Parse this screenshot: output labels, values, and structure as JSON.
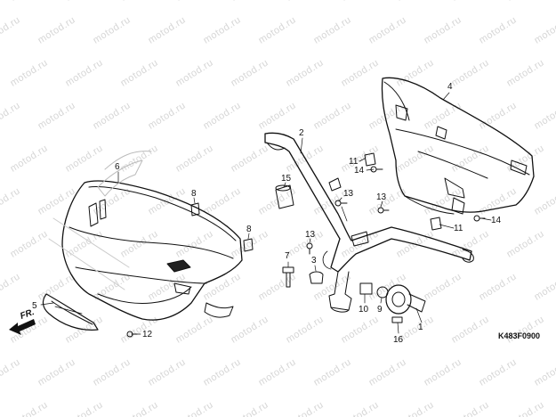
{
  "watermark": {
    "text": "motod.ru"
  },
  "direction": {
    "label": "FR."
  },
  "figure_code": "K483F0900",
  "callouts": [
    {
      "id": "c1",
      "label": "1"
    },
    {
      "id": "c2",
      "label": "2"
    },
    {
      "id": "c3",
      "label": "3"
    },
    {
      "id": "c4",
      "label": "4"
    },
    {
      "id": "c5",
      "label": "5"
    },
    {
      "id": "c6",
      "label": "6"
    },
    {
      "id": "c7",
      "label": "7"
    },
    {
      "id": "c8a",
      "label": "8"
    },
    {
      "id": "c8b",
      "label": "8"
    },
    {
      "id": "c9",
      "label": "9"
    },
    {
      "id": "c10",
      "label": "10"
    },
    {
      "id": "c11a",
      "label": "11"
    },
    {
      "id": "c11b",
      "label": "11"
    },
    {
      "id": "c12",
      "label": "12"
    },
    {
      "id": "c13a",
      "label": "13"
    },
    {
      "id": "c13b",
      "label": "13"
    },
    {
      "id": "c13c",
      "label": "13"
    },
    {
      "id": "c14a",
      "label": "14"
    },
    {
      "id": "c14b",
      "label": "14"
    },
    {
      "id": "c15",
      "label": "15"
    },
    {
      "id": "c16",
      "label": "16"
    }
  ]
}
